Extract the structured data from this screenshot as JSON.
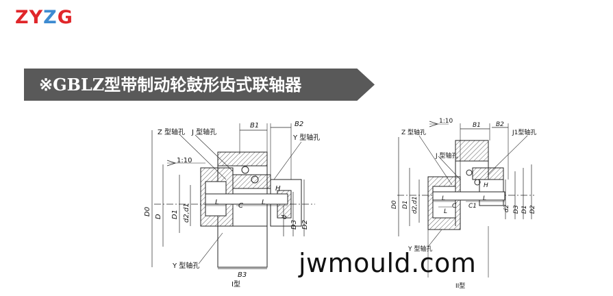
{
  "logo": {
    "part1": "ZY",
    "part2": "Z",
    "part3": "G"
  },
  "title": "※GBLZ型带制动轮鼓形齿式联轴器",
  "watermark": "jwmould.com",
  "left_diagram": {
    "hole_z": "Z 型轴孔",
    "hole_j": "J 型轴孔",
    "hole_y_top": "Y 型轴孔",
    "hole_y_bottom": "Y 型轴孔",
    "taper": "1:10",
    "b1": "B1",
    "b2": "B2",
    "b3": "B3",
    "h": "H",
    "l1": "L",
    "l2": "L",
    "c": "C",
    "d0": "D0",
    "d": "D",
    "d1": "D1",
    "d2d1": "d2,d1",
    "d_small": "d",
    "d3": "D3",
    "d2": "D2",
    "caption": "I型"
  },
  "right_diagram": {
    "hole_z": "Z 型轴孔",
    "hole_j": "J 型轴孔",
    "hole_j1": "J1型轴孔",
    "hole_y": "Y 型轴孔",
    "taper": "1:10",
    "b1": "B1",
    "b2": "B2",
    "h": "H",
    "l1": "L",
    "l_small": "L",
    "l2": "L",
    "c": "C",
    "c1": "C1",
    "d0": "D0",
    "d1": "D1",
    "d2d1": "d2,d1",
    "d2_right": "d2",
    "d3": "D3",
    "d1_right": "D1",
    "d2": "D2",
    "caption": "II型"
  }
}
